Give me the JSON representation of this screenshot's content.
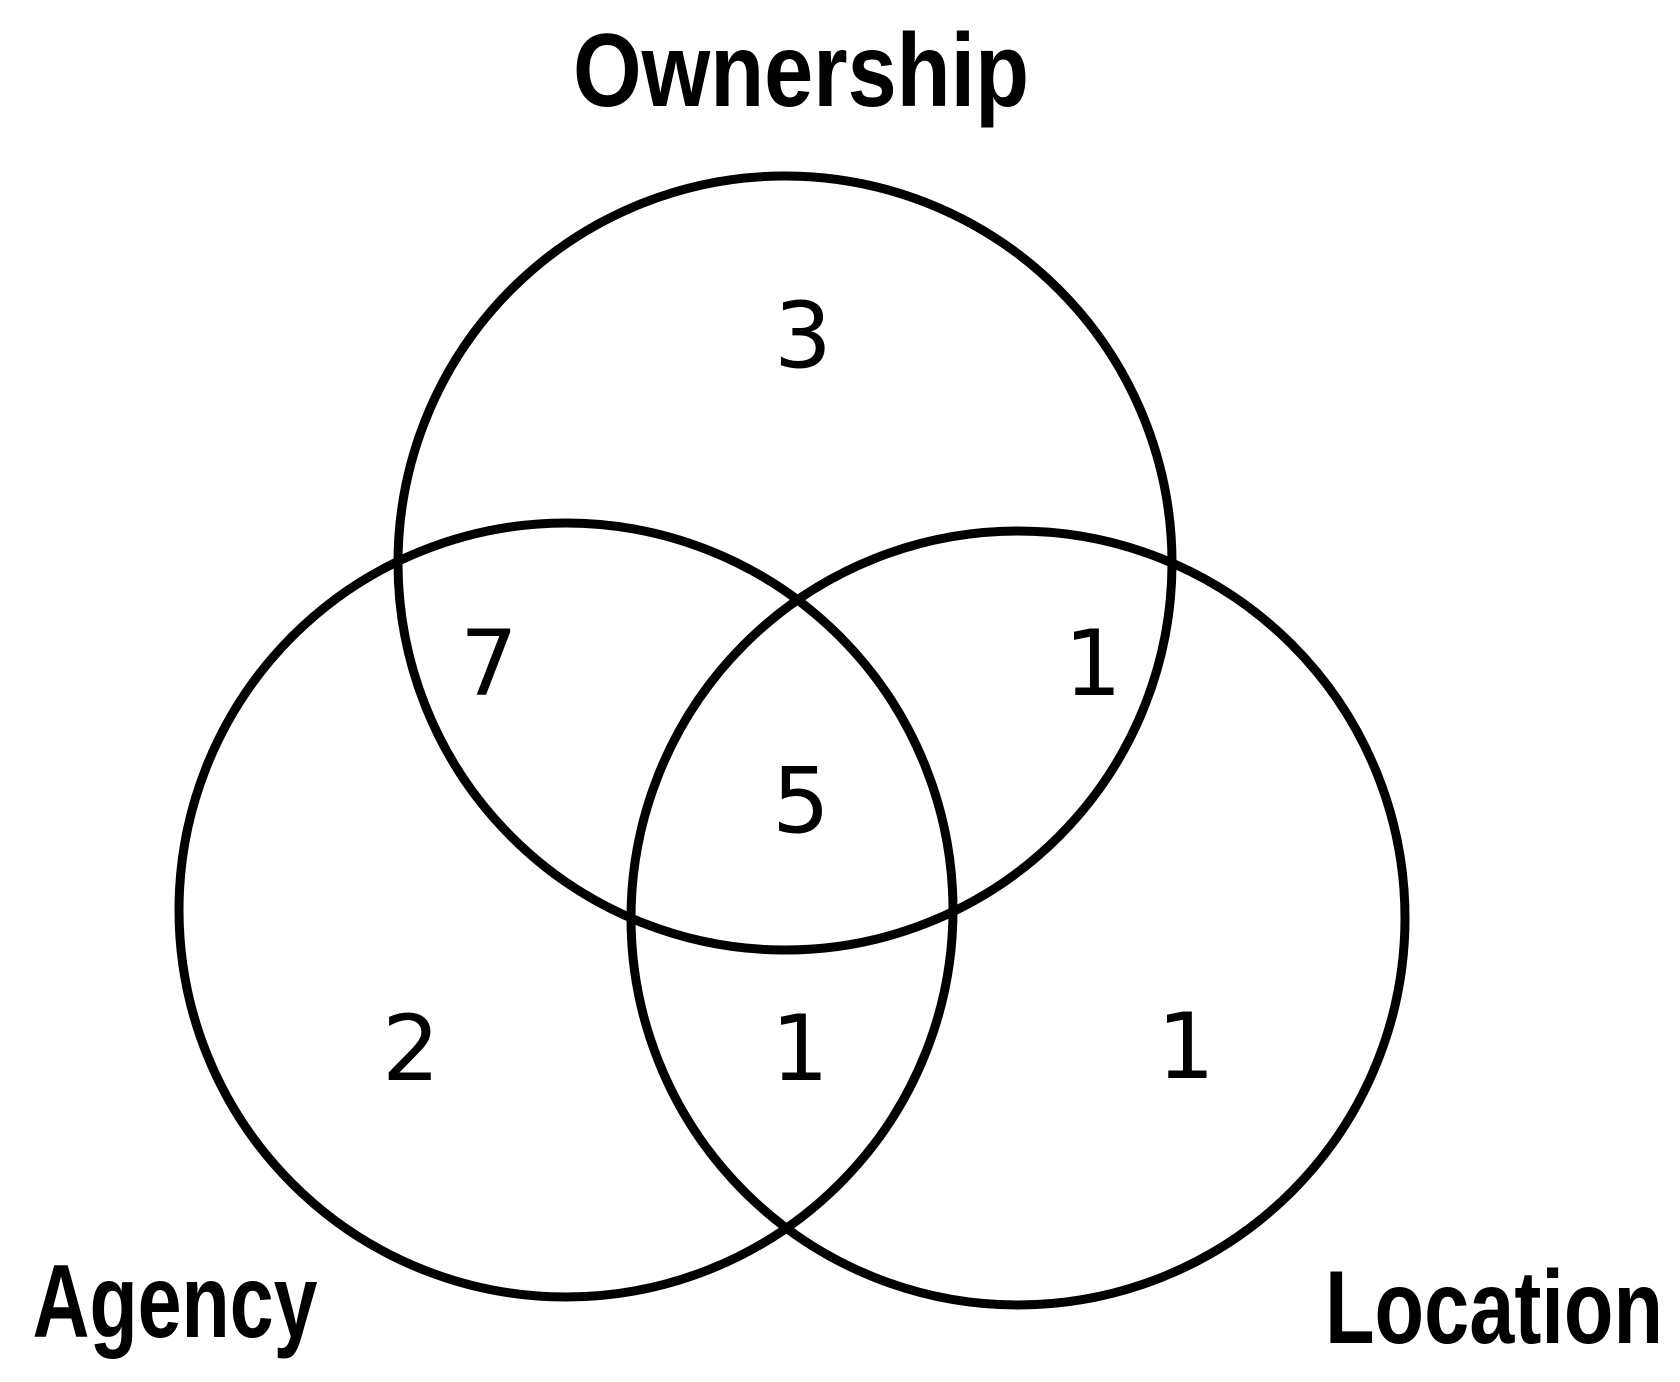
{
  "venn": {
    "sets": {
      "ownership": {
        "label": "Ownership"
      },
      "agency": {
        "label": "Agency"
      },
      "location": {
        "label": "Location"
      }
    },
    "regions": {
      "ownership_only": "3",
      "ownership_agency": "7",
      "ownership_location": "1",
      "ownership_agency_location": "5",
      "agency_only": "2",
      "agency_location": "1",
      "location_only": "1"
    },
    "colors": {
      "stroke": "#000000",
      "text": "#000000",
      "background": "#ffffff"
    }
  }
}
